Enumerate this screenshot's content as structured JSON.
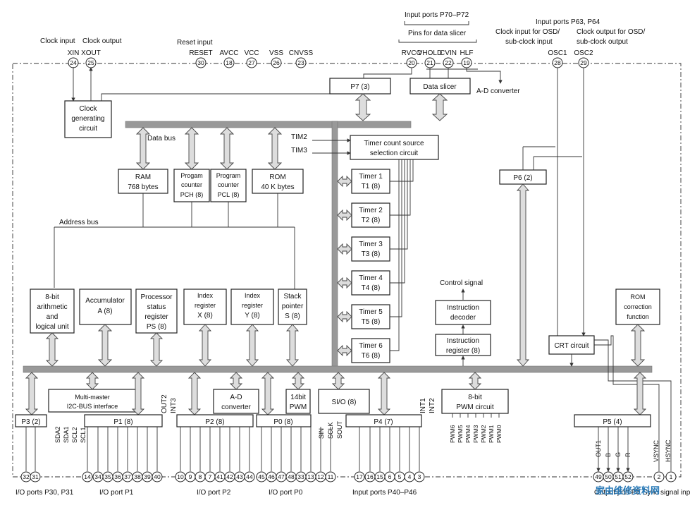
{
  "top_labels": {
    "clock_input": "Clock input",
    "clock_output": "Clock output",
    "reset_input": "Reset input",
    "input_ports_p7": "Input ports P70–P72",
    "pins_for_data_slicer": "Pins for data slicer",
    "input_ports_p6": "Input ports P63, P64",
    "clock_input_osd": "Clock input for OSD/ sub-clock input",
    "clock_output_osd": "Clock output for OSD/ sub-clock output"
  },
  "top_pins": [
    {
      "name": "XIN",
      "num": "24"
    },
    {
      "name": "XOUT",
      "num": "25"
    },
    {
      "name": "RESET",
      "num": "30"
    },
    {
      "name": "AVCC",
      "num": "18"
    },
    {
      "name": "VCC",
      "num": "27"
    },
    {
      "name": "VSS",
      "num": "26"
    },
    {
      "name": "CNVSS",
      "num": "23"
    },
    {
      "name": "RVCO",
      "num": "20"
    },
    {
      "name": "VHOLD",
      "num": "21"
    },
    {
      "name": "CVIN",
      "num": "22"
    },
    {
      "name": "HLF",
      "num": "19"
    },
    {
      "name": "OSC1",
      "num": "28"
    },
    {
      "name": "OSC2",
      "num": "29"
    }
  ],
  "blocks": {
    "clock_gen": [
      "Clock",
      "generating",
      "circuit"
    ],
    "p7": "P7 (3)",
    "data_slicer": "Data slicer",
    "ad_converter_label": "A-D converter",
    "data_bus": "Data bus",
    "tim2": "TIM2",
    "tim3": "TIM3",
    "timer_src": [
      "Timer count source",
      "selection circuit"
    ],
    "ram": [
      "RAM",
      "768 bytes"
    ],
    "pch": [
      "Progam",
      "counter",
      "PCH (8)"
    ],
    "pcl": [
      "Program",
      "counter",
      "PCL (8)"
    ],
    "rom": [
      "ROM",
      "40 K bytes"
    ],
    "p6": "P6 (2)",
    "timers": [
      [
        "Timer 1",
        "T1 (8)"
      ],
      [
        "Timer 2",
        "T2 (8)"
      ],
      [
        "Timer 3",
        "T3 (8)"
      ],
      [
        "Timer 4",
        "T4 (8)"
      ],
      [
        "Timer 5",
        "T5 (8)"
      ],
      [
        "Timer 6",
        "T6 (8)"
      ]
    ],
    "address_bus": "Address bus",
    "control_signal": "Control signal",
    "alu": [
      "8-bit",
      "arithmetic",
      "and",
      "logical unit"
    ],
    "acc": [
      "Accumulator",
      "A (8)"
    ],
    "ps": [
      "Processor",
      "status",
      "register",
      "PS (8)"
    ],
    "ix": [
      "Index",
      "register",
      "X (8)"
    ],
    "iy": [
      "Index",
      "register",
      "Y (8)"
    ],
    "sp": [
      "Stack",
      "pointer",
      "S (8)"
    ],
    "inst_dec": [
      "Instruction",
      "decoder"
    ],
    "inst_reg": [
      "Instruction",
      "register (8)"
    ],
    "rom_corr": [
      "ROM",
      "correction",
      "function"
    ],
    "crt": "CRT circuit",
    "i2c": [
      "Multi-master",
      "I2C-BUS interface"
    ],
    "adc": [
      "A-D",
      "converter"
    ],
    "pwm14": [
      "14bit",
      "PWM"
    ],
    "sio": "SI/O (8)",
    "pwm8": [
      "8-bit",
      "PWM circuit"
    ],
    "p3": "P3 (2)",
    "p1": "P1 (8)",
    "p2": "P2 (8)",
    "p0": "P0 (8)",
    "p4": "P4 (7)",
    "p5": "P5 (4)"
  },
  "signals": {
    "out2": "OUT2",
    "int3": "INT3",
    "sda2": "SDA2",
    "sda1": "SDA1",
    "scl2": "SCL2",
    "scl1": "SCL1",
    "sin": "SIN",
    "sclk": "SCLK",
    "sout": "SOUT",
    "int1": "INT1",
    "int2": "INT2",
    "pwm": [
      "PWM6",
      "PWM5",
      "PWM4",
      "PWM3",
      "PWM2",
      "PWM1",
      "PWM0"
    ],
    "p5sig": [
      "OUT1",
      "B",
      "G",
      "R"
    ],
    "vsync": "VSYNC",
    "hsync": "HSYNC"
  },
  "bottom_pins": {
    "p3": [
      "32",
      "31"
    ],
    "p1": [
      "14",
      "34",
      "35",
      "36",
      "37",
      "38",
      "39",
      "40"
    ],
    "p2": [
      "10",
      "9",
      "8",
      "7",
      "41",
      "42",
      "43",
      "44"
    ],
    "p0": [
      "45",
      "46",
      "47",
      "48",
      "33",
      "13",
      "12",
      "11"
    ],
    "p4": [
      "17",
      "16",
      "15",
      "6",
      "5",
      "4",
      "3"
    ],
    "p5": [
      "49",
      "50",
      "51",
      "52"
    ],
    "sync": [
      "2",
      "1"
    ]
  },
  "bottom_labels": {
    "p3": "I/O ports P30, P31",
    "p1": "I/O port P1",
    "p2": "I/O port P2",
    "p0": "I/O port P0",
    "p4": "Input ports P40–P46",
    "p5": "Output port P5",
    "sync": "Sync signal input"
  },
  "watermark": "家由维修资料网"
}
